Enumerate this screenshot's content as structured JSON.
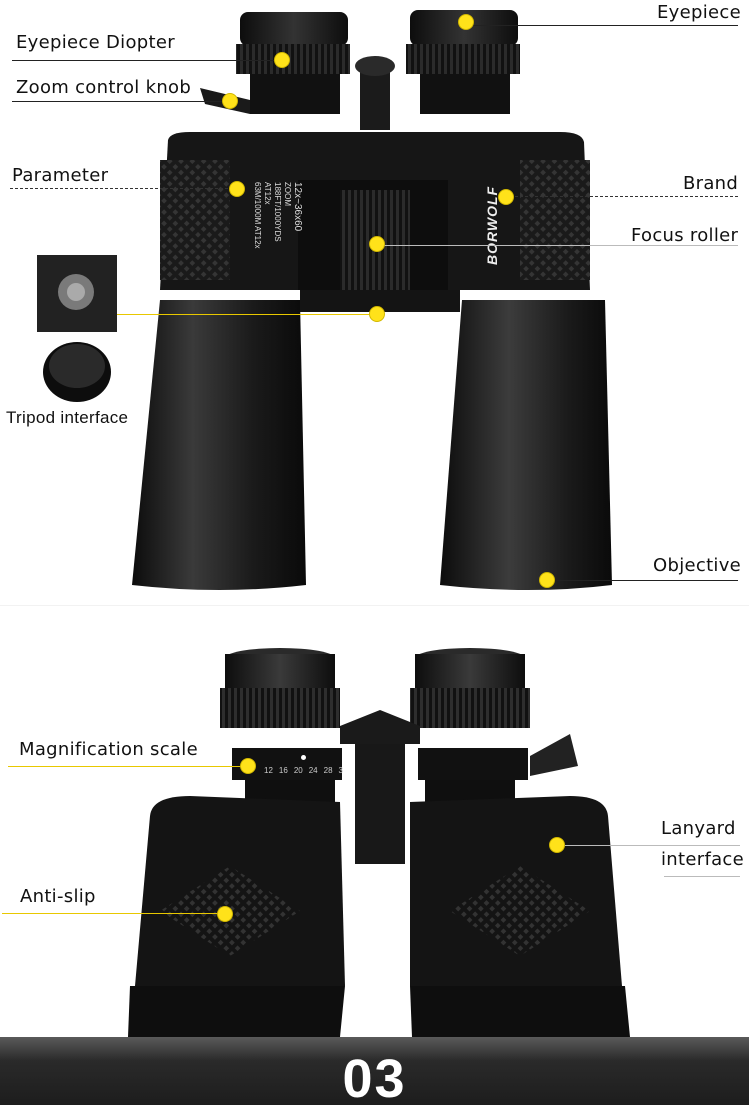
{
  "top_section": {
    "labels": {
      "eyepiece": "Eyepiece",
      "eyepiece_diopter": "Eyepiece Diopter",
      "zoom_knob": "Zoom control knob",
      "parameter": "Parameter",
      "brand": "Brand",
      "focus_roller": "Focus roller",
      "tripod_interface": "Tripod interface",
      "objective": "Objective"
    },
    "product_markings": {
      "brand_name": "BORWOLF",
      "model": "12x~36x60",
      "zoom": "ZOOM",
      "spec_1": "188FT/1000YDS AT12x",
      "spec_2": "63M/1000M AT12x"
    }
  },
  "bottom_section": {
    "labels": {
      "magnification_scale": "Magnification scale",
      "lanyard_line1": "Lanyard",
      "lanyard_line2": "interface",
      "anti_slip": "Anti-slip"
    },
    "scale_marks": [
      "12",
      "16",
      "20",
      "24",
      "28",
      "3"
    ]
  },
  "footer": {
    "section_number": "03"
  },
  "colors": {
    "callout_dot": "#ffe21a",
    "body": "#151515",
    "footer_bg": "#1d1d1d"
  }
}
